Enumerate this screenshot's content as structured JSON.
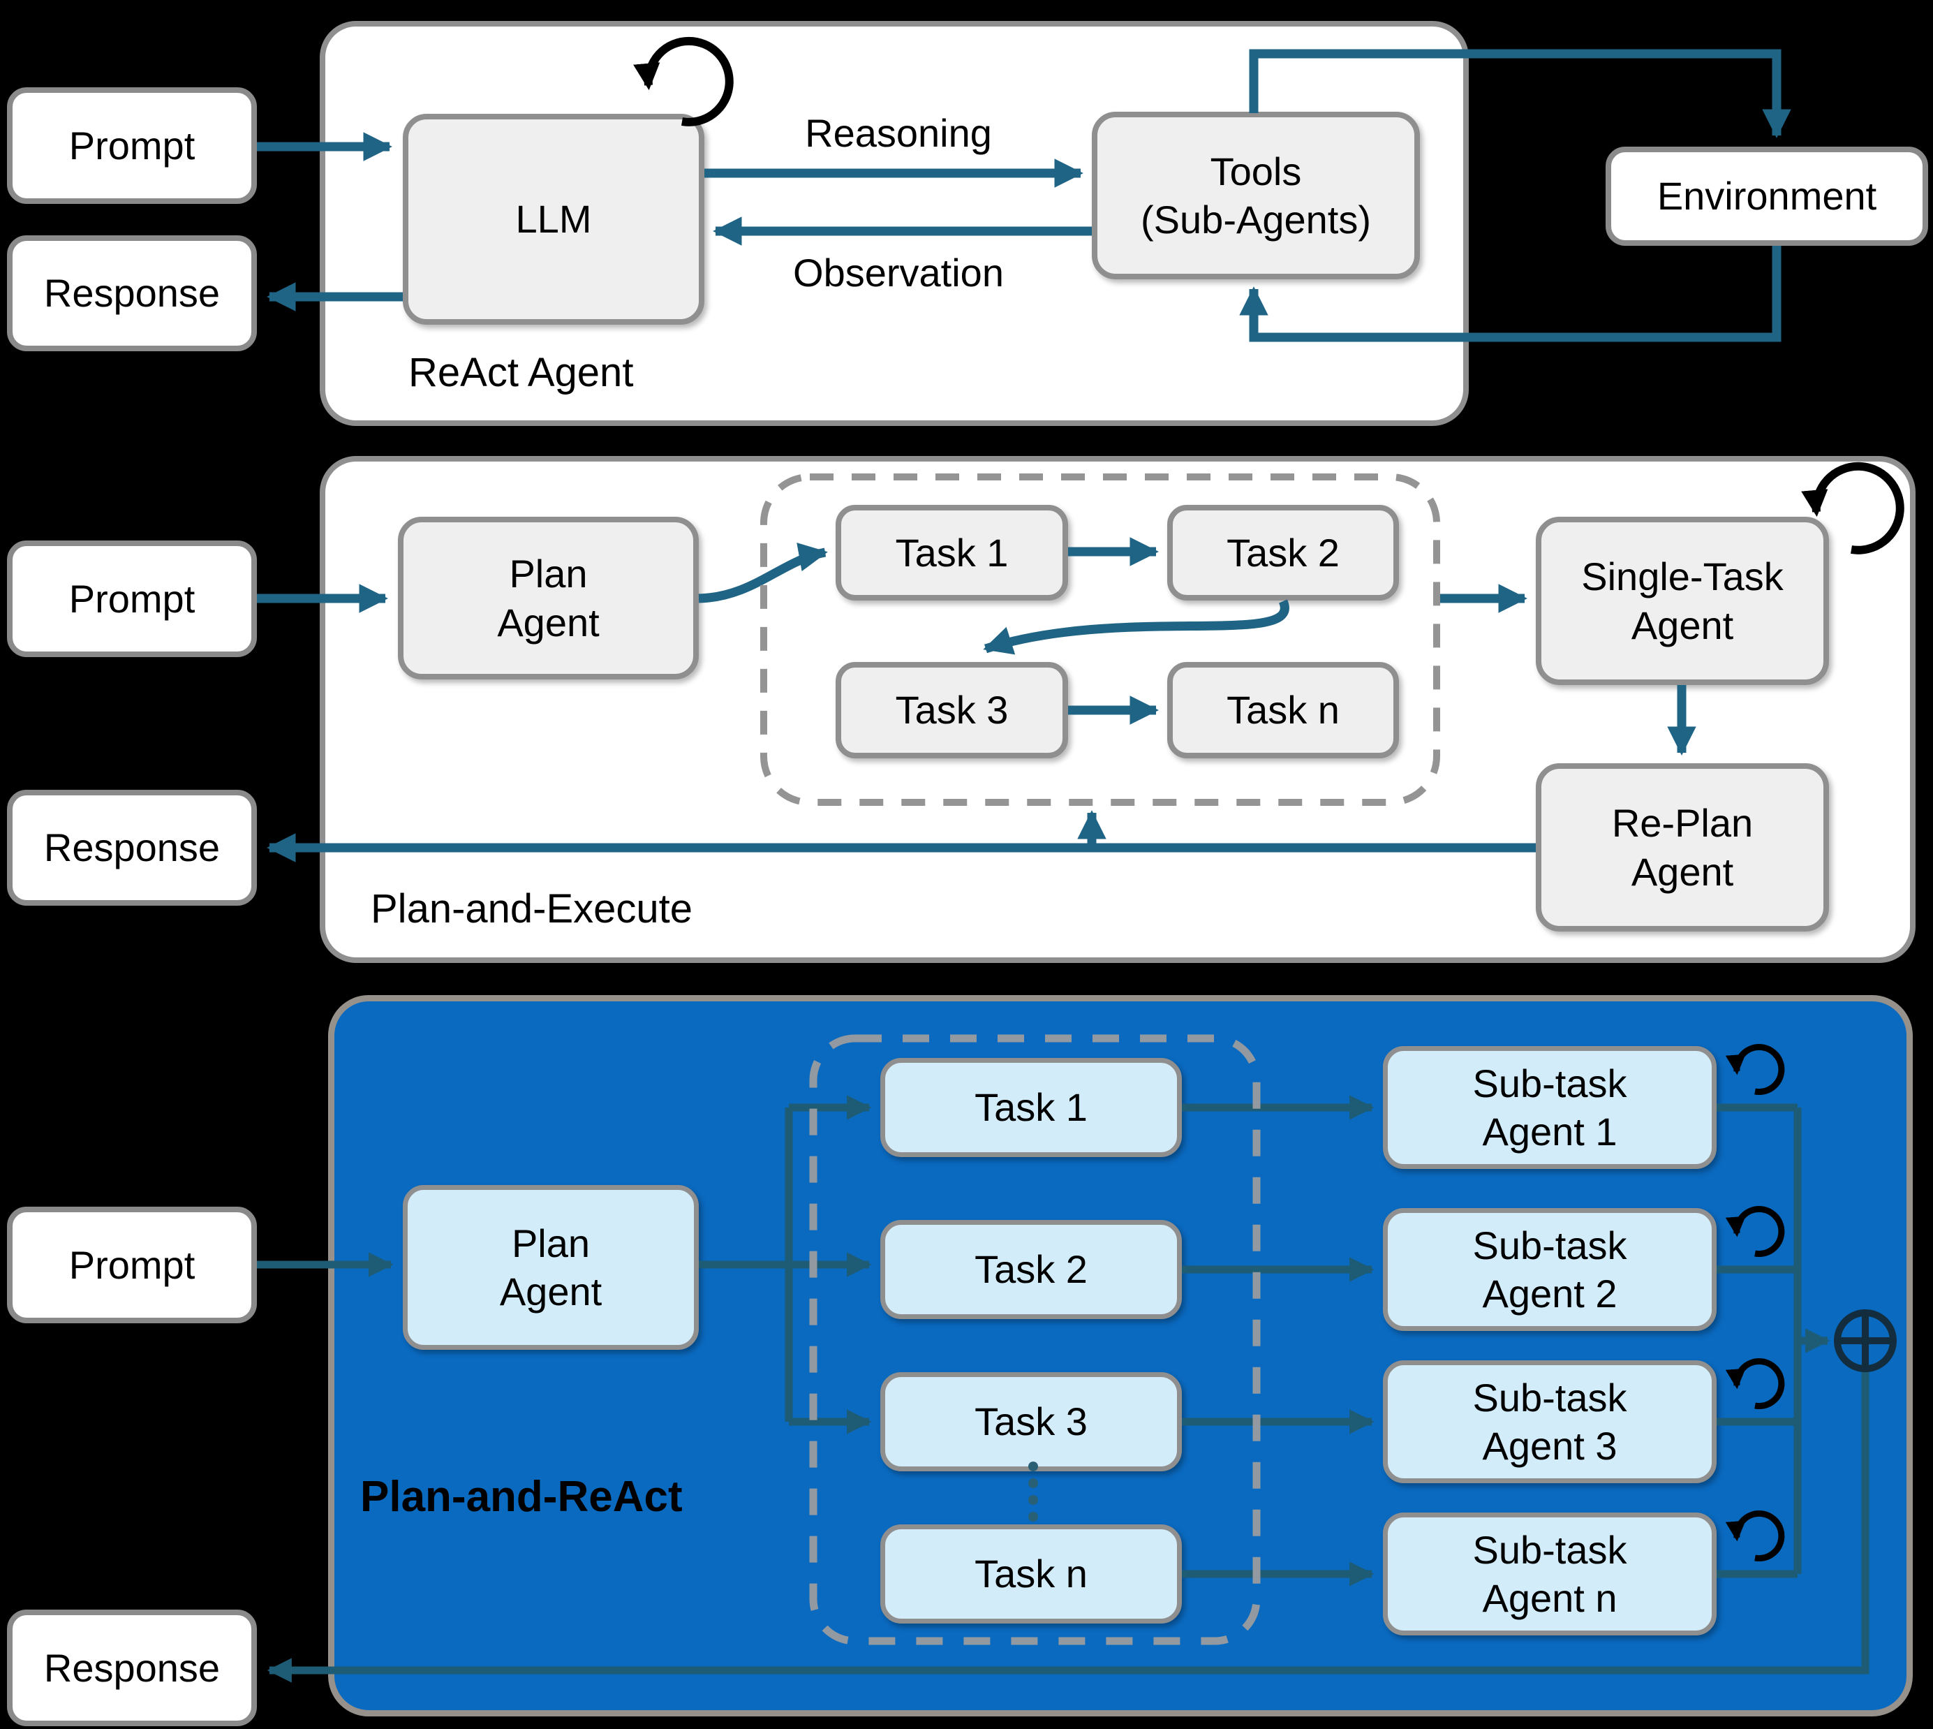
{
  "colors": {
    "background": "#000000",
    "panel_white": "#ffffff",
    "panel_blue": "#0a6ac0",
    "box_gray": "#efefef",
    "box_light_blue": "#d2ecfa",
    "border_gray": "#8a8a8a",
    "arrow_steel": "#1f6485",
    "arrow_dark": "#1e5b74",
    "merge_icon": "#132c3e",
    "loop_icon": "#000000",
    "dashed_border": "#949494"
  },
  "react_panel": {
    "title": "ReAct Agent",
    "prompt": "Prompt",
    "response": "Response",
    "llm": "LLM",
    "tools": [
      "Tools",
      "(Sub-Agents)"
    ],
    "environment": "Environment",
    "reasoning_label": "Reasoning",
    "observation_label": "Observation"
  },
  "plan_execute_panel": {
    "title": "Plan-and-Execute",
    "prompt": "Prompt",
    "response": "Response",
    "plan_agent": [
      "Plan",
      "Agent"
    ],
    "tasks": [
      "Task 1",
      "Task 2",
      "Task 3",
      "Task n"
    ],
    "single_task_agent": [
      "Single-Task",
      "Agent"
    ],
    "replan_agent": [
      "Re-Plan",
      "Agent"
    ]
  },
  "plan_react_panel": {
    "title": "Plan-and-ReAct",
    "prompt": "Prompt",
    "response": "Response",
    "plan_agent": [
      "Plan",
      "Agent"
    ],
    "tasks": [
      "Task 1",
      "Task 2",
      "Task 3",
      "Task n"
    ],
    "subtask_agents": [
      [
        "Sub-task",
        "Agent 1"
      ],
      [
        "Sub-task",
        "Agent 2"
      ],
      [
        "Sub-task",
        "Agent 3"
      ],
      [
        "Sub-task",
        "Agent n"
      ]
    ]
  }
}
